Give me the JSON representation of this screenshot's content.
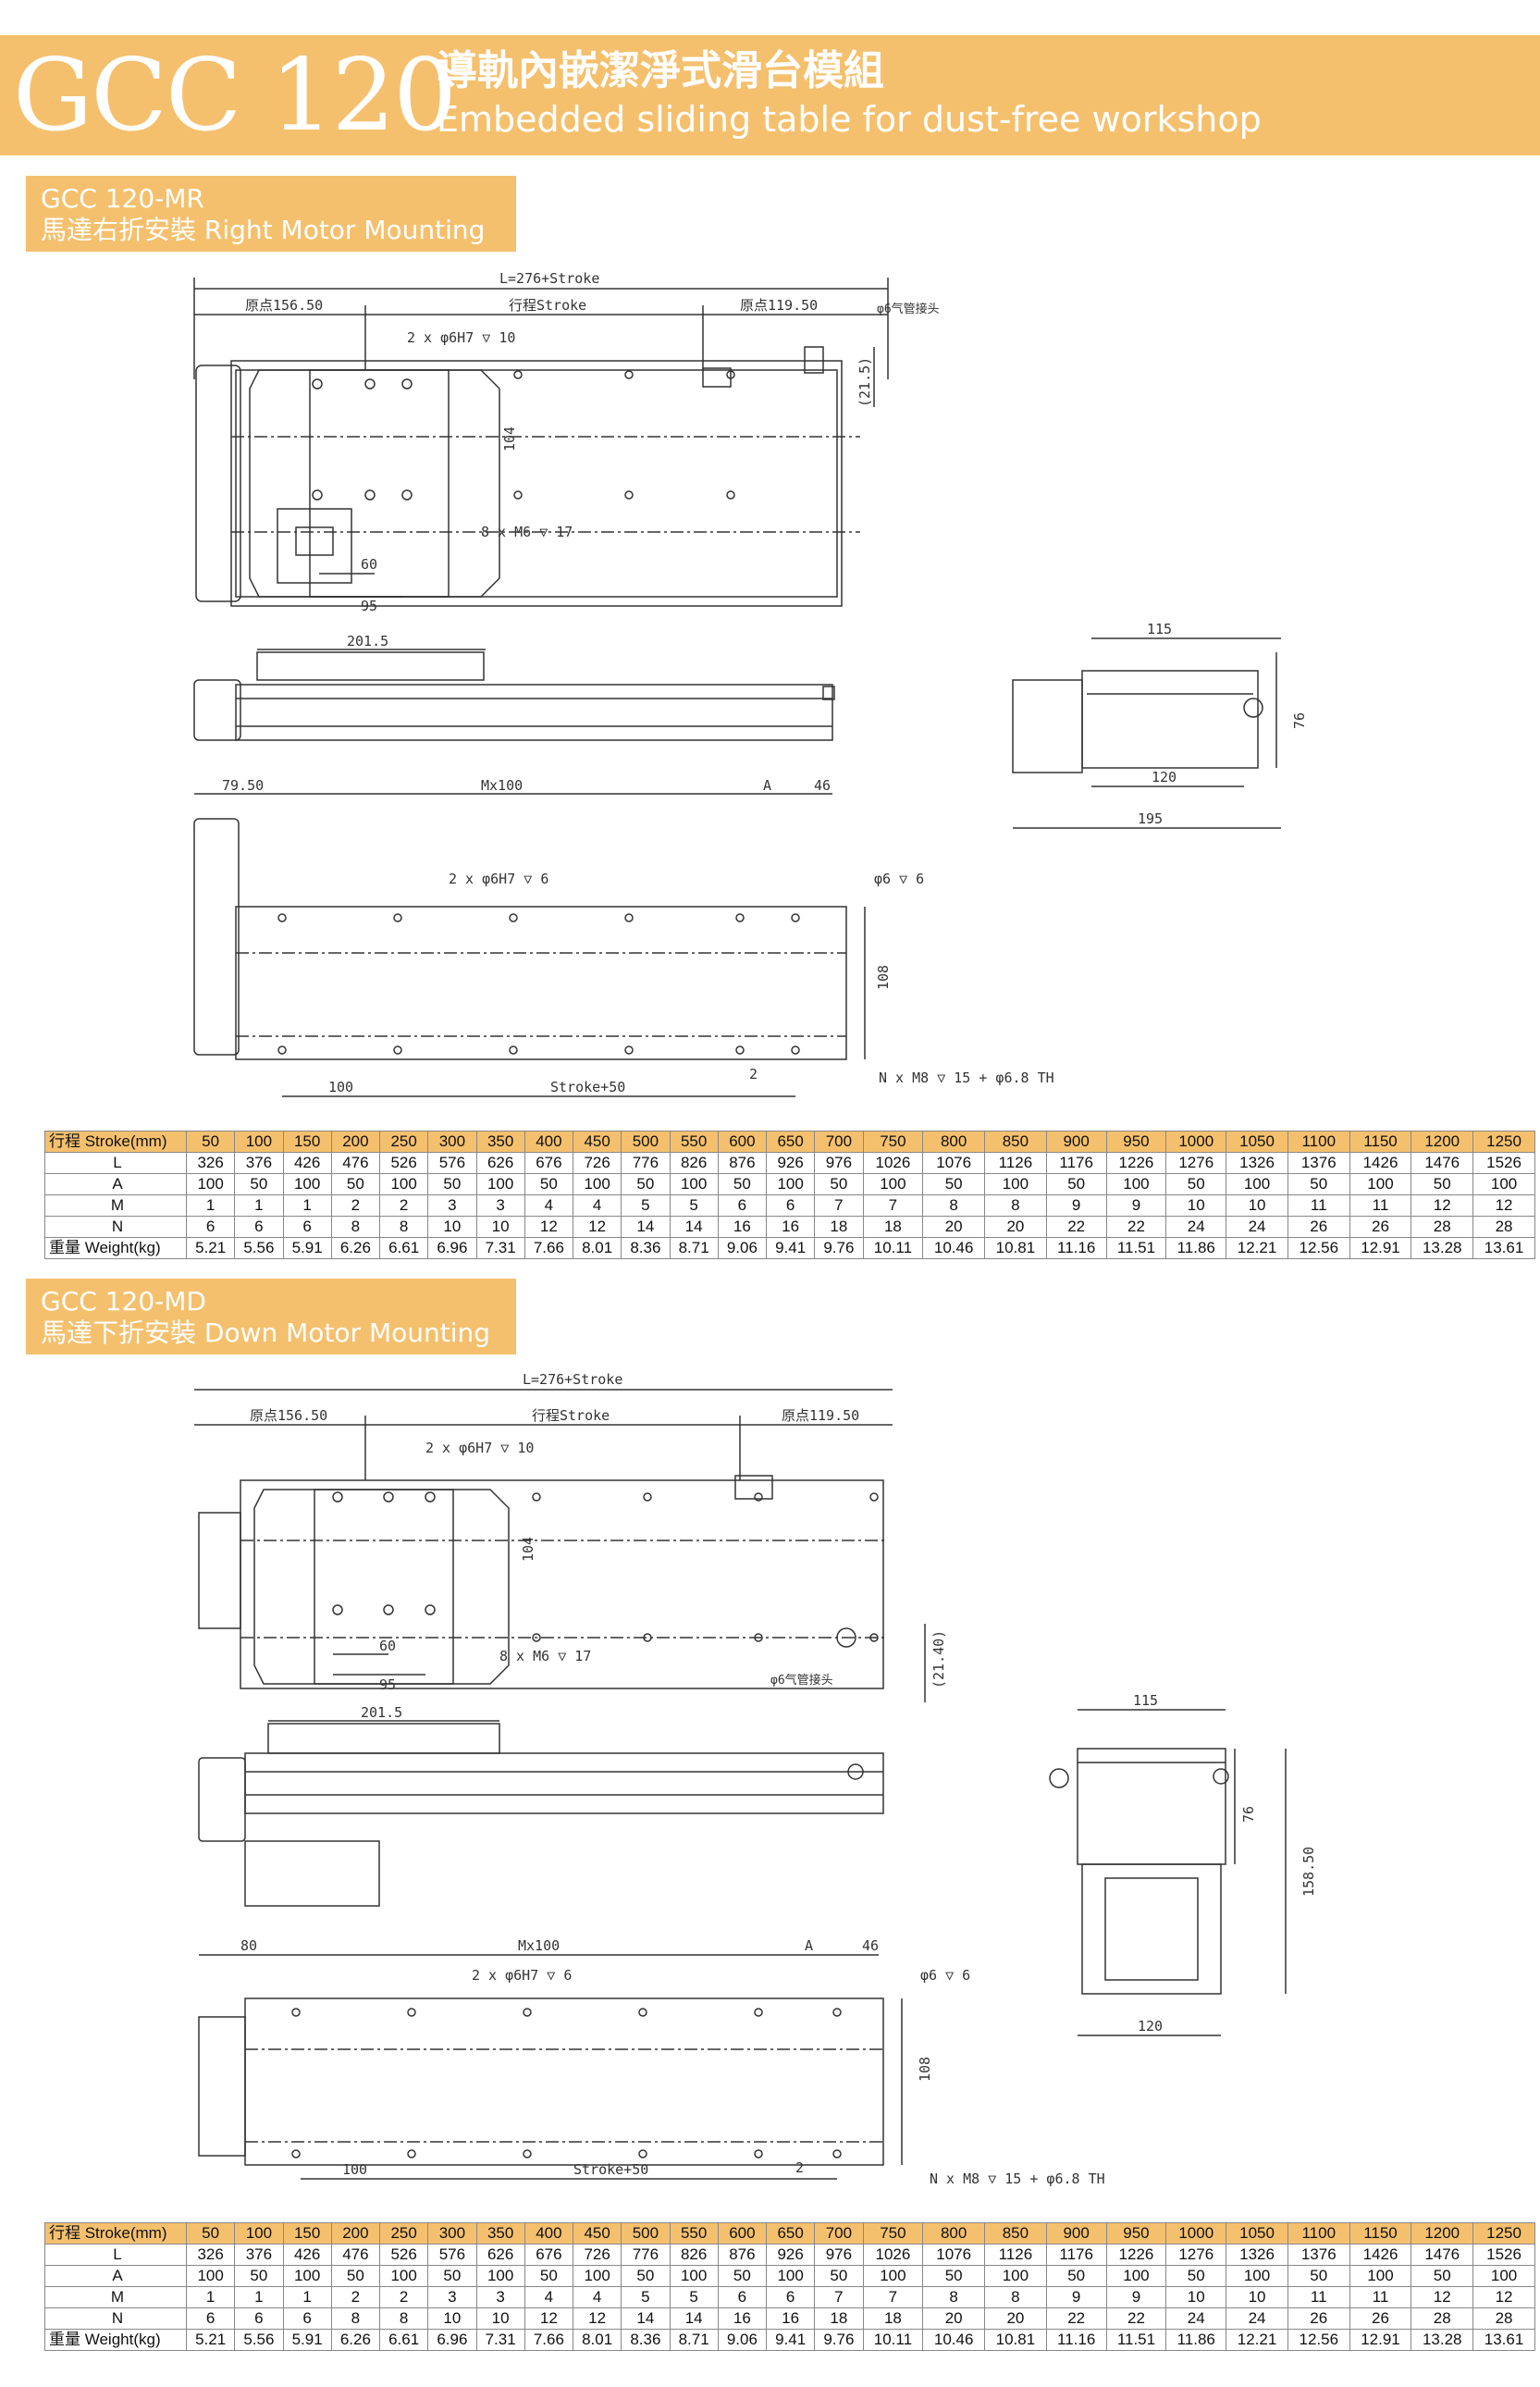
{
  "header": {
    "model": "GCC 120",
    "title_cn": "導軌內嵌潔淨式滑台模組",
    "title_en": "Embedded sliding table for dust-free workshop",
    "accent": "#f5c06e"
  },
  "section_mr": {
    "code": "GCC 120-MR",
    "subtitle": "馬達右折安裝 Right Motor Mounting",
    "dims": {
      "total": "L=276+Stroke",
      "origin_left": "原点156.50",
      "stroke": "行程Stroke",
      "origin_right": "原点119.50",
      "tube": "φ6气管接头",
      "pin_holes": "2 x φ6H7 ▽ 10",
      "dim_104": "104",
      "dim_21_5": "(21.5)",
      "screws": "8 x M6 ▽ 17",
      "dim_60": "60",
      "dim_95": "95",
      "dim_201_5": "201.5",
      "dim_115": "115",
      "dim_76": "76",
      "dim_120": "120",
      "dim_195": "195",
      "dim_79_5": "79.50",
      "mx100": "Mx100",
      "dim_a": "A",
      "dim_46": "46",
      "pin_holes_b": "2 x φ6H7 ▽ 6",
      "hole6": "φ6 ▽ 6",
      "dim_108": "108",
      "dim_2": "2",
      "nx_m8": "N x M8 ▽ 15 + φ6.8 TH",
      "dim_100": "100",
      "stroke50": "Stroke+50"
    }
  },
  "section_md": {
    "code": "GCC 120-MD",
    "subtitle": "馬達下折安裝 Down Motor Mounting",
    "dims": {
      "total": "L=276+Stroke",
      "origin_left": "原点156.50",
      "stroke": "行程Stroke",
      "origin_right": "原点119.50",
      "tube": "φ6气管接头",
      "pin_holes": "2 x φ6H7 ▽ 10",
      "dim_104": "104",
      "dim_21_4": "(21.40)",
      "screws": "8 x M6 ▽ 17",
      "dim_60": "60",
      "dim_95": "95",
      "dim_201_5": "201.5",
      "dim_115": "115",
      "dim_76": "76",
      "dim_158_5": "158.50",
      "dim_120": "120",
      "dim_80": "80",
      "mx100": "Mx100",
      "dim_a": "A",
      "dim_46": "46",
      "pin_holes_b": "2 x φ6H7 ▽ 6",
      "hole6": "φ6 ▽ 6",
      "dim_108": "108",
      "dim_2": "2",
      "nx_m8": "N x M8 ▽ 15 + φ6.8 TH",
      "dim_100": "100",
      "stroke50": "Stroke+50"
    }
  },
  "table": {
    "row_labels": [
      "行程 Stroke(mm)",
      "L",
      "A",
      "M",
      "N",
      "重量 Weight(kg)"
    ],
    "stroke": [
      "50",
      "100",
      "150",
      "200",
      "250",
      "300",
      "350",
      "400",
      "450",
      "500",
      "550",
      "600",
      "650",
      "700",
      "750",
      "800",
      "850",
      "900",
      "950",
      "1000",
      "1050",
      "1100",
      "1150",
      "1200",
      "1250"
    ],
    "L": [
      "326",
      "376",
      "426",
      "476",
      "526",
      "576",
      "626",
      "676",
      "726",
      "776",
      "826",
      "876",
      "926",
      "976",
      "1026",
      "1076",
      "1126",
      "1176",
      "1226",
      "1276",
      "1326",
      "1376",
      "1426",
      "1476",
      "1526"
    ],
    "A": [
      "100",
      "50",
      "100",
      "50",
      "100",
      "50",
      "100",
      "50",
      "100",
      "50",
      "100",
      "50",
      "100",
      "50",
      "100",
      "50",
      "100",
      "50",
      "100",
      "50",
      "100",
      "50",
      "100",
      "50",
      "100"
    ],
    "M": [
      "1",
      "1",
      "1",
      "2",
      "2",
      "3",
      "3",
      "4",
      "4",
      "5",
      "5",
      "6",
      "6",
      "7",
      "7",
      "8",
      "8",
      "9",
      "9",
      "10",
      "10",
      "11",
      "11",
      "12",
      "12"
    ],
    "N": [
      "6",
      "6",
      "6",
      "8",
      "8",
      "10",
      "10",
      "12",
      "12",
      "14",
      "14",
      "16",
      "16",
      "18",
      "18",
      "20",
      "20",
      "22",
      "22",
      "24",
      "24",
      "26",
      "26",
      "28",
      "28"
    ],
    "weight": [
      "5.21",
      "5.56",
      "5.91",
      "6.26",
      "6.61",
      "6.96",
      "7.31",
      "7.66",
      "8.01",
      "8.36",
      "8.71",
      "9.06",
      "9.41",
      "9.76",
      "10.11",
      "10.46",
      "10.81",
      "11.16",
      "11.51",
      "11.86",
      "12.21",
      "12.56",
      "12.91",
      "13.28",
      "13.61"
    ]
  }
}
